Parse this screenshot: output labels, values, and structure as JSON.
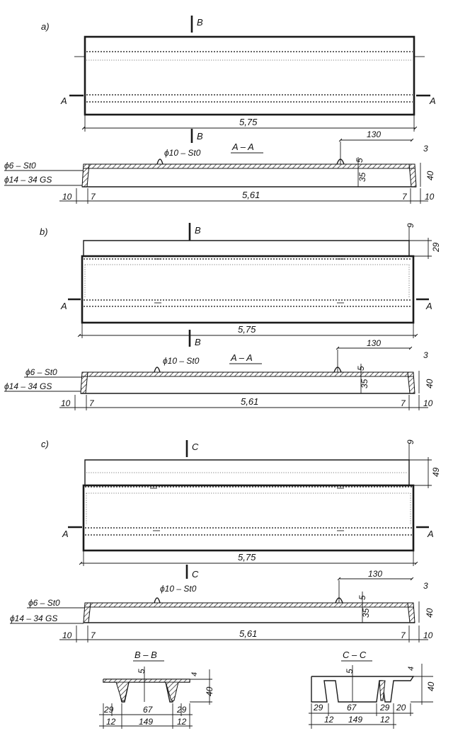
{
  "panels": {
    "a": {
      "label": "a)",
      "section_top": "B",
      "section_bottom": "B",
      "side_left": "A",
      "side_right": "A",
      "length": "5,75"
    },
    "b": {
      "label": "b)",
      "section_top": "B",
      "section_bottom": "B",
      "side_left": "A",
      "side_right": "A",
      "length": "5,75",
      "dim_top": "9",
      "dim_side": "29"
    },
    "c": {
      "label": "c)",
      "section_top": "C",
      "section_bottom": "C",
      "side_left": "A",
      "side_right": "A",
      "length": "5,75",
      "dim_top": "9",
      "dim_side": "49"
    }
  },
  "section_aa": {
    "title": "A – A",
    "bar_top": "ϕ10 – St0",
    "bar_left_1": "ϕ6 – St0",
    "bar_left_2": "ϕ14 – 34 GS",
    "dim_span": "130",
    "dim_top": "3",
    "dim_slab": "5",
    "dim_rib": "35",
    "dim_height": "40",
    "dim_end_left": "10",
    "dim_end_right": "10",
    "dim_bevel_left": "7",
    "dim_bevel_right": "7",
    "clear_span": "5,61"
  },
  "section_bb": {
    "title": "B – B",
    "dim_slab": "5",
    "dim_top": "4",
    "dim_height": "40",
    "dim_rib_left": "29",
    "dim_mid": "67",
    "dim_rib_right": "29",
    "dim_edge_left": "12",
    "dim_width": "149",
    "dim_edge_right": "12"
  },
  "section_cc": {
    "title": "C – C",
    "dim_slab": "5",
    "dim_top": "4",
    "dim_height": "40",
    "dim_rib_left": "29",
    "dim_mid": "67",
    "dim_rib_right": "29",
    "dim_extra": "20",
    "dim_edge_left": "12",
    "dim_width": "149",
    "dim_edge_right": "12"
  }
}
